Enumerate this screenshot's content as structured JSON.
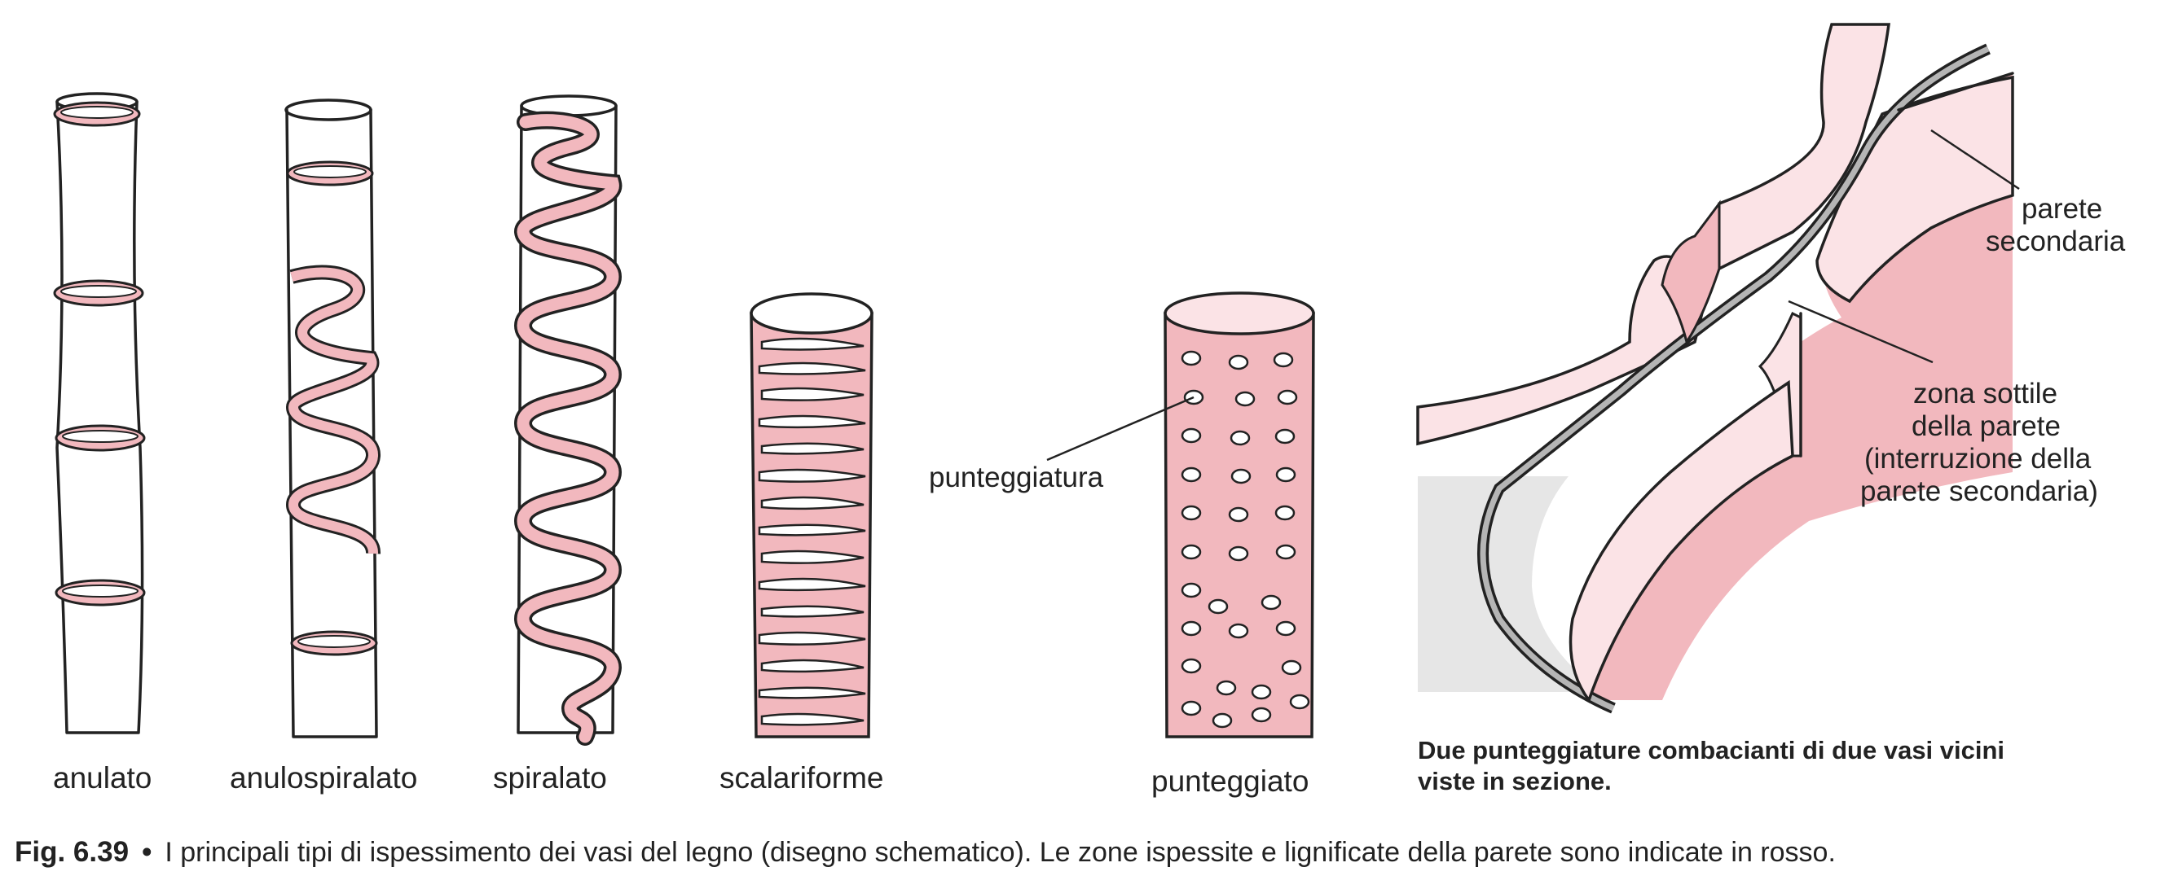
{
  "vessels": {
    "anulato": "anulato",
    "anulospiralato": "anulospiralato",
    "spiralato": "spiralato",
    "scalariforme": "scalariforme",
    "punteggiato": "punteggiato"
  },
  "callouts": {
    "punteggiatura": "punteggiatura",
    "parete_secondaria_1": "parete",
    "parete_secondaria_2": "secondaria",
    "zona_1": "zona sottile",
    "zona_2": "della parete",
    "zona_3": "(interruzione della",
    "zona_4": "parete secondaria)"
  },
  "section_caption": {
    "line1": "Due punteggiature combacianti di due vasi vicini",
    "line2": "viste in sezione."
  },
  "figure_caption": {
    "label": "Fig. 6.39",
    "bullet": "•",
    "text": "I principali tipi di ispessimento dei vasi del legno (disegno schematico). Le zone ispessite e lignificate della parete sono indicate in rosso."
  },
  "colors": {
    "lignified_pink": "#f2b8be",
    "light_pink": "#fbe3e6",
    "outline": "#222222",
    "grey": "#e6e6e6"
  }
}
